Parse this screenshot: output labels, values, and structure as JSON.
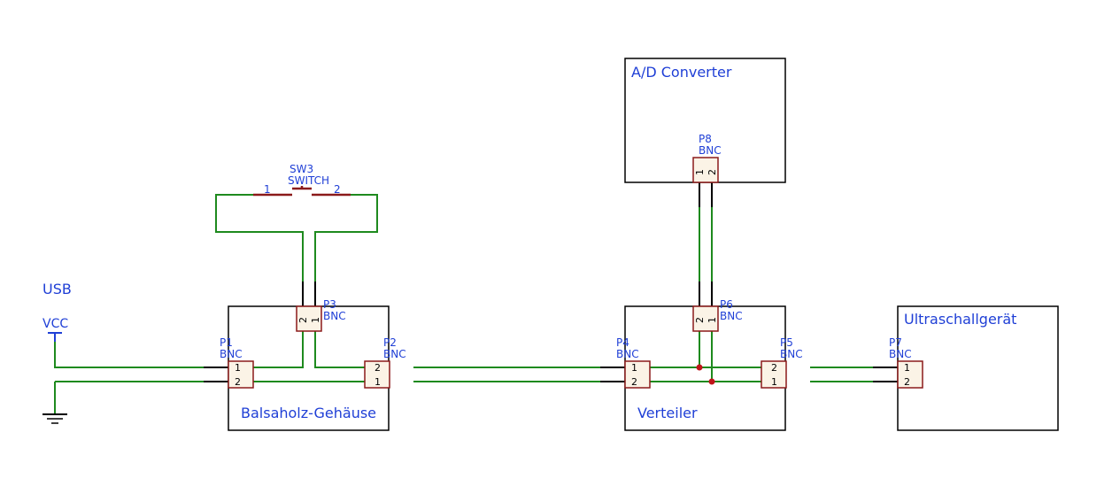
{
  "labels": {
    "usb": "USB",
    "vcc": "VCC"
  },
  "blocks": {
    "balsa": "Balsaholz-Gehäuse",
    "verteiler": "Verteiler",
    "ultra": "Ultraschallgerät",
    "adc": "A/D Converter"
  },
  "components": {
    "p1": {
      "ref": "P1",
      "value": "BNC"
    },
    "p2": {
      "ref": "P2",
      "value": "BNC"
    },
    "p3": {
      "ref": "P3",
      "value": "BNC"
    },
    "p4": {
      "ref": "P4",
      "value": "BNC"
    },
    "p5": {
      "ref": "P5",
      "value": "BNC"
    },
    "p6": {
      "ref": "P6",
      "value": "BNC"
    },
    "p7": {
      "ref": "P7",
      "value": "BNC"
    },
    "p8": {
      "ref": "P8",
      "value": "BNC"
    },
    "sw3": {
      "ref": "SW3",
      "value": "SWITCH"
    }
  },
  "pins": {
    "one": "1",
    "two": "2"
  },
  "colors": {
    "wire": "#1e8a1e",
    "text": "#1f3fd6",
    "component": "#8b1a1a"
  }
}
